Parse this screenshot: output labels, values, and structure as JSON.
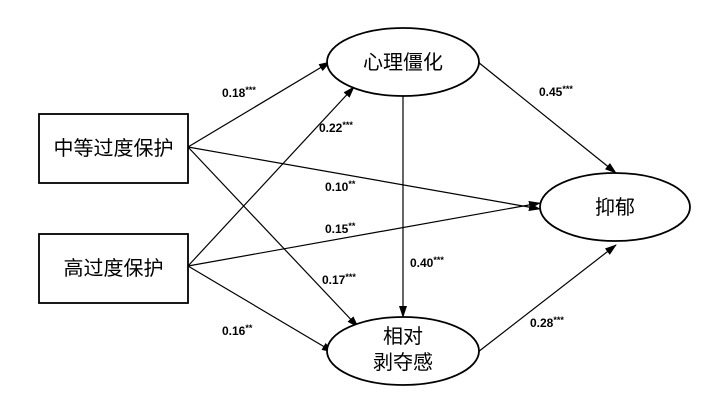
{
  "nodes": {
    "moderate_overprotection": "中等过度保护",
    "high_overprotection": "高过度保护",
    "psychological_rigidity": "心理僵化",
    "depression": "抑郁",
    "relative_deprivation_line1": "相对",
    "relative_deprivation_line2": "剥夺感"
  },
  "paths": [
    {
      "from": "中等过度保护",
      "to": "心理僵化",
      "coef": "0.18",
      "sig": "***"
    },
    {
      "from": "高过度保护",
      "to": "心理僵化",
      "coef": "0.22",
      "sig": "***"
    },
    {
      "from": "中等过度保护",
      "to": "抑郁",
      "coef": "0.10",
      "sig": "**"
    },
    {
      "from": "高过度保护",
      "to": "抑郁",
      "coef": "0.15",
      "sig": "**"
    },
    {
      "from": "中等过度保护",
      "to": "相对剥夺感",
      "coef": "0.17",
      "sig": "***"
    },
    {
      "from": "高过度保护",
      "to": "相对剥夺感",
      "coef": "0.16",
      "sig": "**"
    },
    {
      "from": "心理僵化",
      "to": "抑郁",
      "coef": "0.45",
      "sig": "***"
    },
    {
      "from": "心理僵化",
      "to": "相对剥夺感",
      "coef": "0.40",
      "sig": "***"
    },
    {
      "from": "相对剥夺感",
      "to": "抑郁",
      "coef": "0.28",
      "sig": "***"
    }
  ]
}
